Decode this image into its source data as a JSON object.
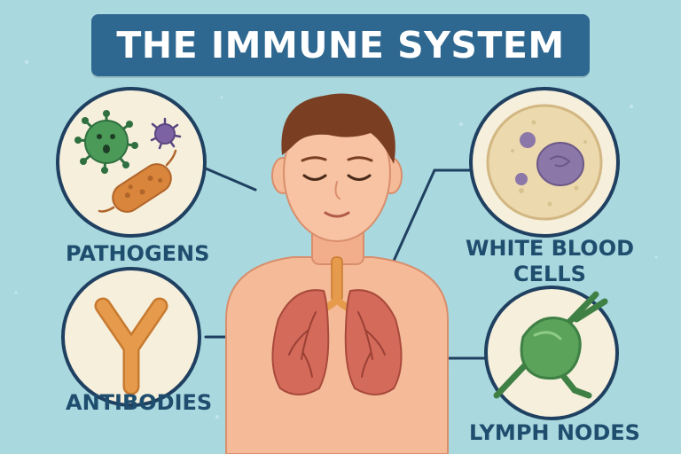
{
  "title": "THE IMMUNE SYSTEM",
  "labels": {
    "pathogens": "PATHOGENS",
    "white_blood_cells": "WHITE BLOOD CELLS",
    "antibodies": "ANTIBODIES",
    "lymph_nodes": "LYMPH NODES"
  },
  "colors": {
    "background": "#a9d8df",
    "banner": "#2e6790",
    "label_text": "#1f4d6e",
    "skin": "#f5bb98",
    "hair": "#7a3e22",
    "lungs": "#d46a5a",
    "pathogen_green": "#4b9a58",
    "pathogen_purple": "#7d62a3",
    "bacteria_orange": "#d9853b",
    "antibody_orange": "#e59a4c",
    "lymph_green": "#5ba35a",
    "cell_nucleus": "#8c78a8"
  },
  "icons": [
    "virus-icon",
    "bacteria-icon",
    "white-blood-cell-icon",
    "antibody-icon",
    "lymph-node-icon",
    "lungs-icon",
    "person-icon"
  ]
}
